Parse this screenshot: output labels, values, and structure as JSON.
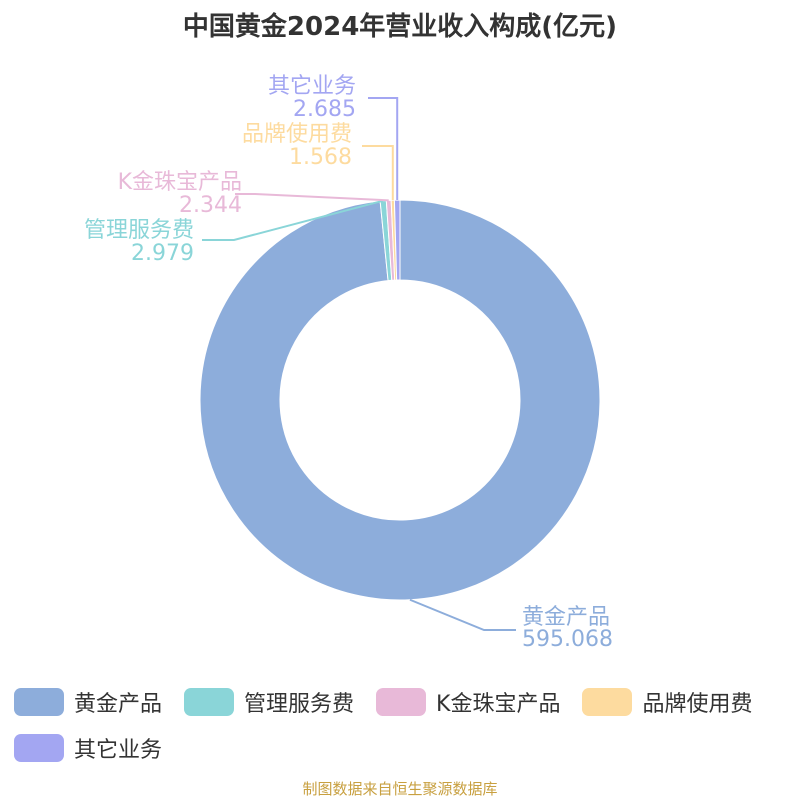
{
  "chart_data": {
    "type": "pie",
    "title": "中国黄金2024年营业收入构成(亿元)",
    "donut": true,
    "legend_position": "bottom",
    "slices": [
      {
        "name": "黄金产品",
        "value": 595.068,
        "value_label": "595.068",
        "color": "#8daddb"
      },
      {
        "name": "管理服务费",
        "value": 2.979,
        "value_label": "2.979",
        "color": "#8ad5d8"
      },
      {
        "name": "K金珠宝产品",
        "value": 2.344,
        "value_label": "2.344",
        "color": "#e8b9d8"
      },
      {
        "name": "品牌使用费",
        "value": 1.568,
        "value_label": "1.568",
        "color": "#fddb9f"
      },
      {
        "name": "其它业务",
        "value": 2.685,
        "value_label": "2.685",
        "color": "#a3a6f2"
      }
    ]
  },
  "source_note": "制图数据来自恒生聚源数据库"
}
